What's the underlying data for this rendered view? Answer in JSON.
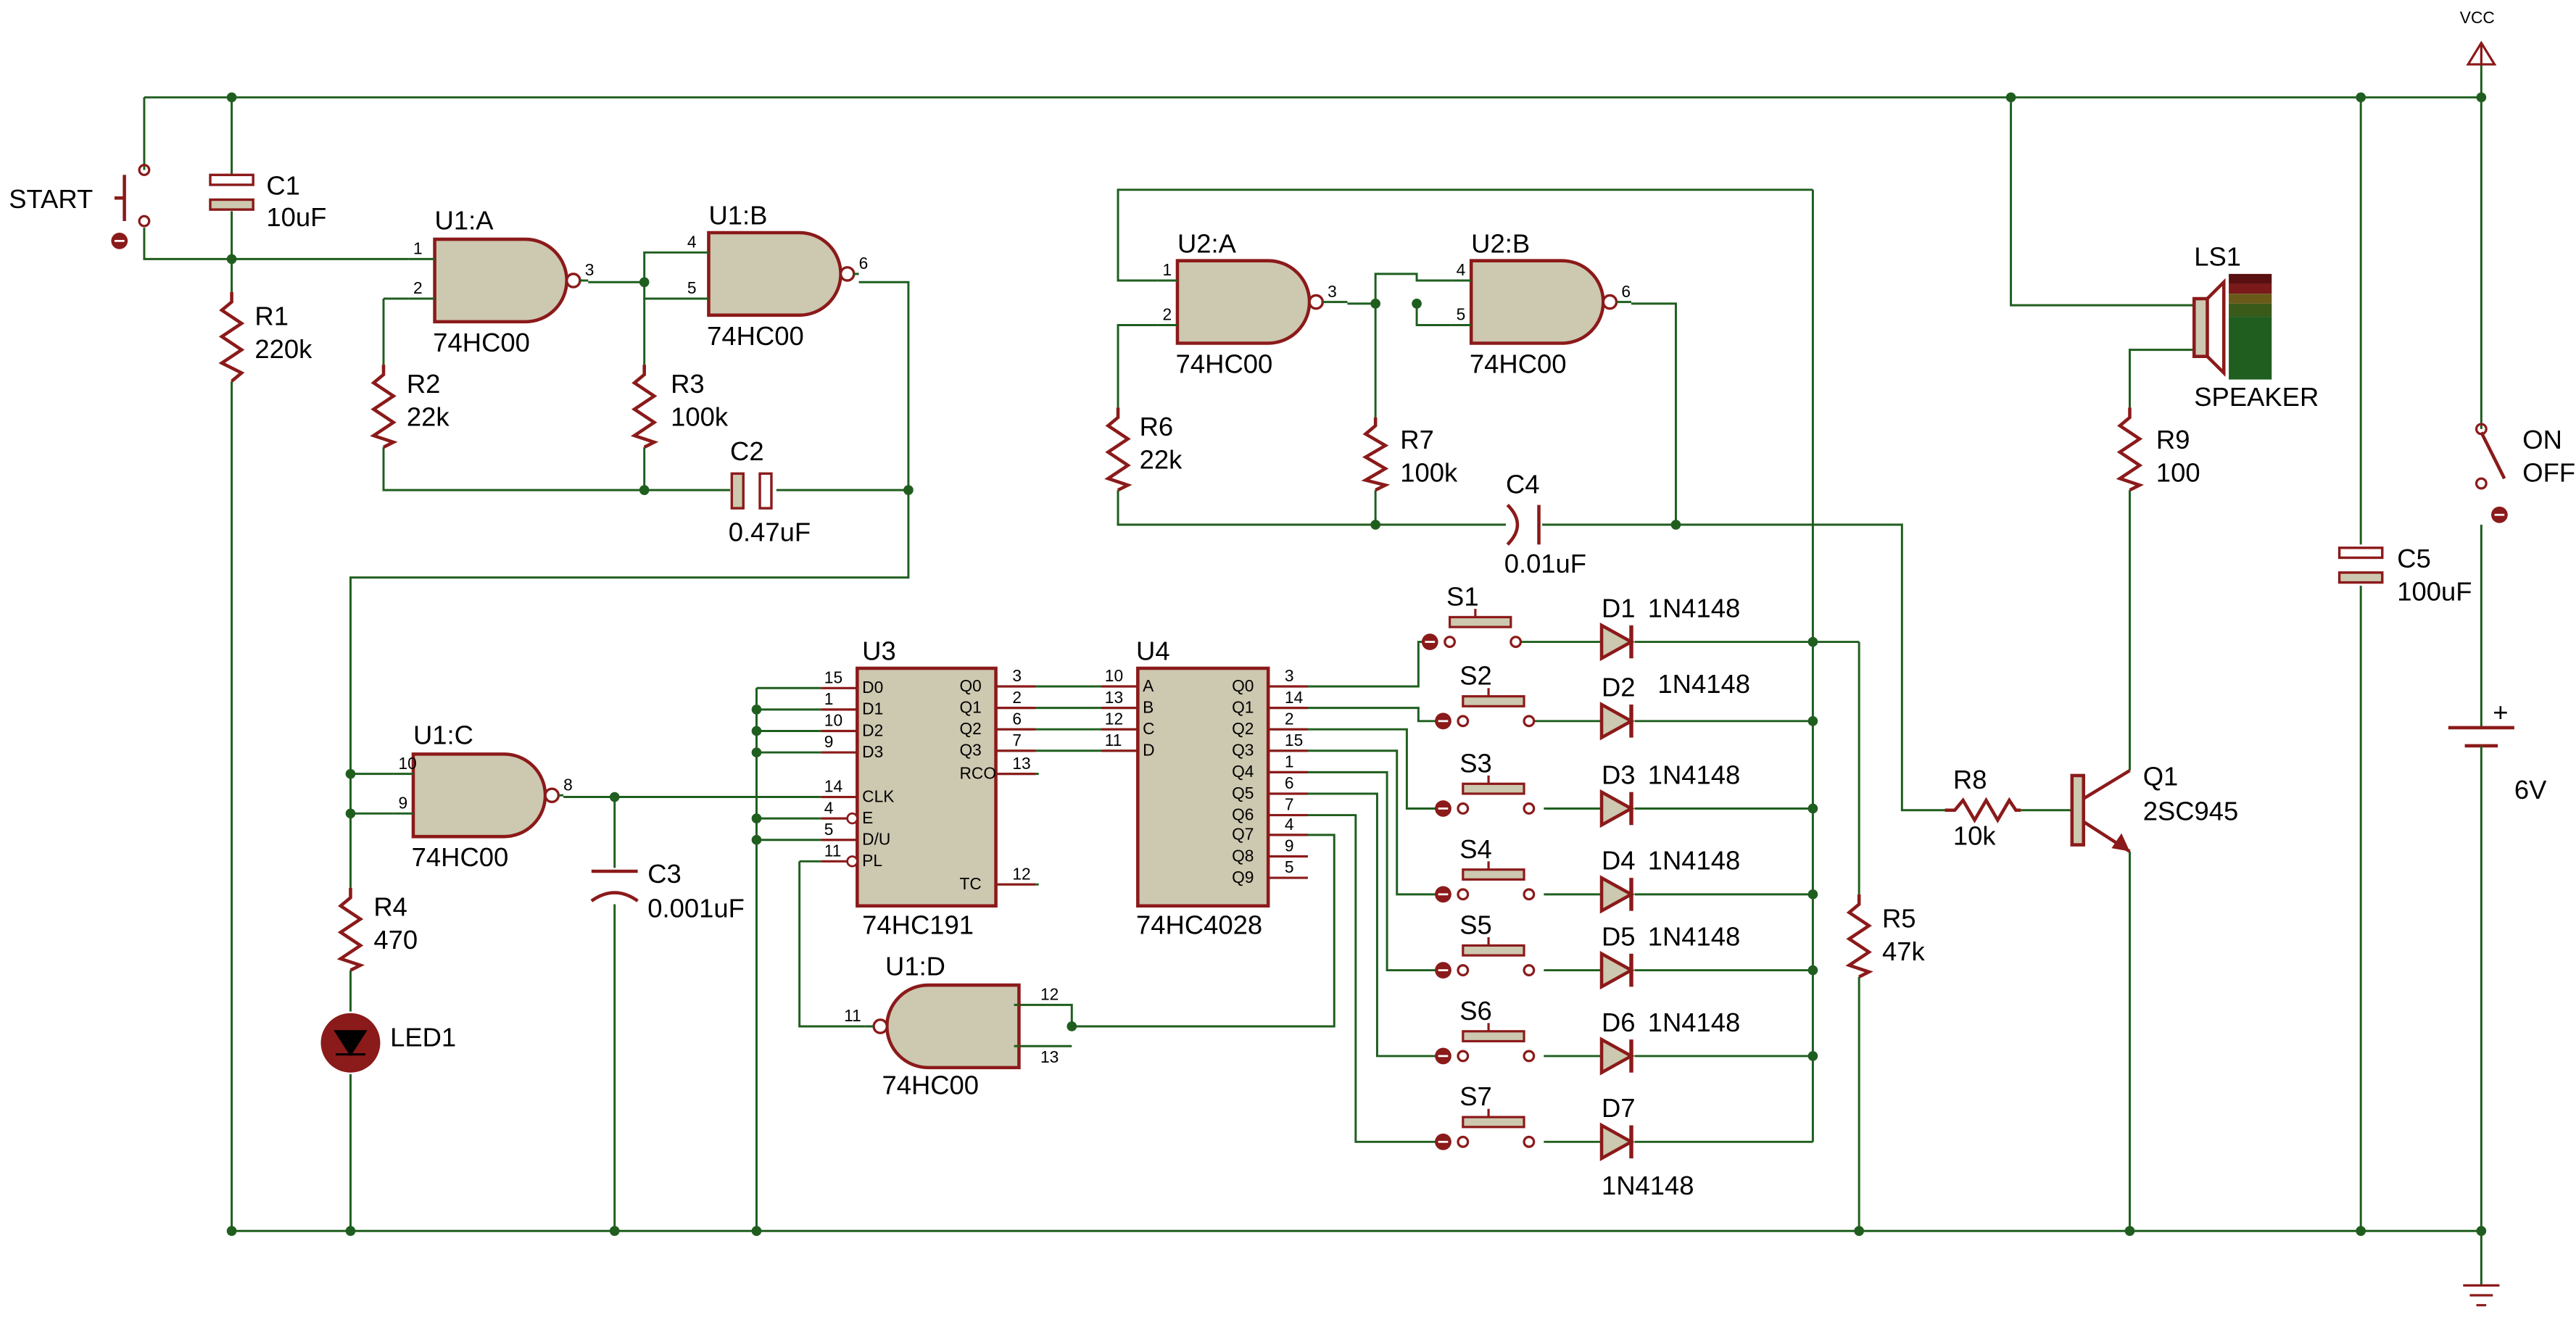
{
  "power": {
    "vcc_label": "VCC",
    "battery_value": "6V",
    "battery_plus": "+"
  },
  "switches": {
    "start": "START",
    "on": "ON",
    "off": "OFF"
  },
  "gates": [
    {
      "ref": "U1:A",
      "type": "74HC00",
      "in1": "1",
      "in2": "2",
      "out": "3"
    },
    {
      "ref": "U1:B",
      "type": "74HC00",
      "in1": "4",
      "in2": "5",
      "out": "6"
    },
    {
      "ref": "U2:A",
      "type": "74HC00",
      "in1": "1",
      "in2": "2",
      "out": "3"
    },
    {
      "ref": "U2:B",
      "type": "74HC00",
      "in1": "4",
      "in2": "5",
      "out": "6"
    },
    {
      "ref": "U1:C",
      "type": "74HC00",
      "in1": "10",
      "in2": "9",
      "out": "8"
    },
    {
      "ref": "U1:D",
      "type": "74HC00",
      "in1": "12",
      "in2": "13",
      "out": "11"
    }
  ],
  "resistors": [
    {
      "ref": "R1",
      "value": "220k"
    },
    {
      "ref": "R2",
      "value": "22k"
    },
    {
      "ref": "R3",
      "value": "100k"
    },
    {
      "ref": "R4",
      "value": "470"
    },
    {
      "ref": "R5",
      "value": "47k"
    },
    {
      "ref": "R6",
      "value": "22k"
    },
    {
      "ref": "R7",
      "value": "100k"
    },
    {
      "ref": "R8",
      "value": "10k"
    },
    {
      "ref": "R9",
      "value": "100"
    }
  ],
  "capacitors": [
    {
      "ref": "C1",
      "value": "10uF"
    },
    {
      "ref": "C2",
      "value": "0.47uF"
    },
    {
      "ref": "C3",
      "value": "0.001uF"
    },
    {
      "ref": "C4",
      "value": "0.01uF"
    },
    {
      "ref": "C5",
      "value": "100uF"
    }
  ],
  "led": "LED1",
  "speaker": {
    "ref": "LS1",
    "label": "SPEAKER"
  },
  "transistor": {
    "ref": "Q1",
    "type": "2SC945"
  },
  "u3": {
    "ref": "U3",
    "type": "74HC191",
    "left_pins": [
      {
        "num": "15",
        "name": "D0"
      },
      {
        "num": "1",
        "name": "D1"
      },
      {
        "num": "10",
        "name": "D2"
      },
      {
        "num": "9",
        "name": "D3"
      },
      {
        "num": "14",
        "name": "CLK"
      },
      {
        "num": "4",
        "name": "E"
      },
      {
        "num": "5",
        "name": "D/U"
      },
      {
        "num": "11",
        "name": "PL"
      }
    ],
    "right_pins": [
      {
        "num": "3",
        "name": "Q0"
      },
      {
        "num": "2",
        "name": "Q1"
      },
      {
        "num": "6",
        "name": "Q2"
      },
      {
        "num": "7",
        "name": "Q3"
      },
      {
        "num": "13",
        "name": "RCO"
      },
      {
        "num": "12",
        "name": "TC"
      }
    ]
  },
  "u4": {
    "ref": "U4",
    "type": "74HC4028",
    "left_pins": [
      {
        "num": "10",
        "name": "A"
      },
      {
        "num": "13",
        "name": "B"
      },
      {
        "num": "12",
        "name": "C"
      },
      {
        "num": "11",
        "name": "D"
      }
    ],
    "right_pins": [
      {
        "num": "3",
        "name": "Q0"
      },
      {
        "num": "14",
        "name": "Q1"
      },
      {
        "num": "2",
        "name": "Q2"
      },
      {
        "num": "15",
        "name": "Q3"
      },
      {
        "num": "1",
        "name": "Q4"
      },
      {
        "num": "6",
        "name": "Q5"
      },
      {
        "num": "7",
        "name": "Q6"
      },
      {
        "num": "4",
        "name": "Q7"
      },
      {
        "num": "9",
        "name": "Q8"
      },
      {
        "num": "5",
        "name": "Q9"
      }
    ]
  },
  "pushbuttons": [
    "S1",
    "S2",
    "S3",
    "S4",
    "S5",
    "S6",
    "S7"
  ],
  "diodes": [
    {
      "ref": "D1",
      "type": "1N4148"
    },
    {
      "ref": "D2",
      "type": "1N4148"
    },
    {
      "ref": "D3",
      "type": "1N4148"
    },
    {
      "ref": "D4",
      "type": "1N4148"
    },
    {
      "ref": "D5",
      "type": "1N4148"
    },
    {
      "ref": "D6",
      "type": "1N4148"
    },
    {
      "ref": "D7",
      "type": "1N4148"
    }
  ],
  "colors": {
    "wire": "#1f5e1f",
    "component": "#8b1a1a",
    "body": "#cdc8b0",
    "junction": "#1f5e1f"
  }
}
